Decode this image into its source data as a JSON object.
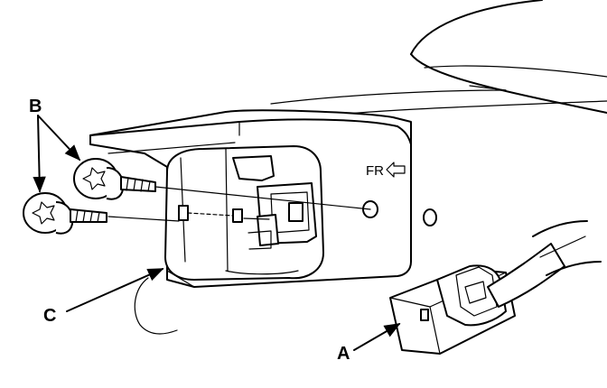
{
  "labels": {
    "a": "A",
    "b": "B",
    "c": "C",
    "fr": "FR"
  },
  "icons": {
    "fr_arrow": "left-arrow-icon",
    "bolt_head": "torx-head-icon"
  }
}
